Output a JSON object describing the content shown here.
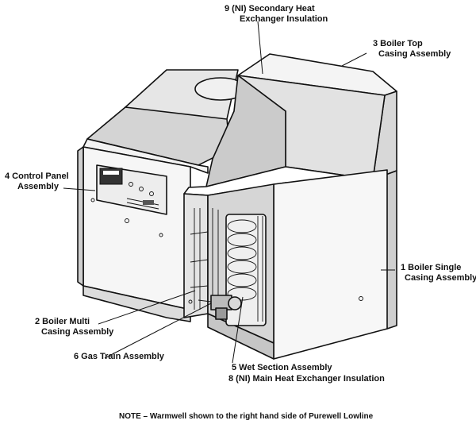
{
  "labels": {
    "secondary_hx_line1": "9 (NI) Secondary Heat",
    "secondary_hx_line2": "Exchanger Insulation",
    "top_casing_line1": "3 Boiler Top",
    "top_casing_line2": "Casing Assembly",
    "control_panel_line1": "4 Control Panel",
    "control_panel_line2": "Assembly",
    "single_casing_line1": "1 Boiler Single",
    "single_casing_line2": "Casing Assembly",
    "multi_casing_line1": "2 Boiler Multi",
    "multi_casing_line2": "Casing Assembly",
    "gas_train": "6 Gas Train Assembly",
    "wet_section": "5  Wet Section Assembly",
    "main_hx": "8 (NI) Main Heat Exchanger Insulation"
  },
  "note": "NOTE – Warmwell shown to the right hand side of Purewell Lowline",
  "colors": {
    "outline": "#111111",
    "panel_light": "#f2f2f2",
    "panel_mid": "#d9d9d9",
    "panel_dark": "#bdbdbd",
    "background": "#ffffff"
  }
}
